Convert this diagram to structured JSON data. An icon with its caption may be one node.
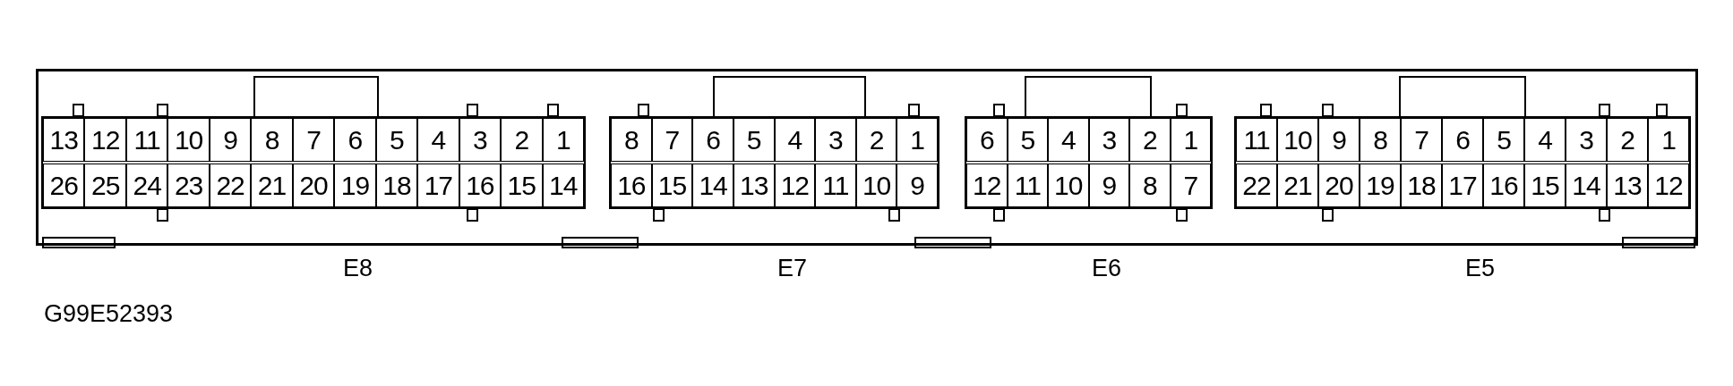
{
  "diagram": {
    "labels": [
      "13",
      "12",
      "11",
      "10",
      "9",
      "8",
      "7",
      "6",
      "5",
      "4",
      "3",
      "2",
      "1",
      "26",
      "25",
      "24",
      "23",
      "22",
      "21",
      "20",
      "19",
      "18",
      "17",
      "16",
      "15",
      "14",
      "8",
      "7",
      "6",
      "5",
      "4",
      "3",
      "2",
      "1",
      "16",
      "15",
      "14",
      "13",
      "12",
      "11",
      "10",
      "9",
      "6",
      "5",
      "4",
      "3",
      "2",
      "1",
      "12",
      "11",
      "10",
      "9",
      "8",
      "7",
      "11",
      "10",
      "9",
      "8",
      "7",
      "6",
      "5",
      "4",
      "3",
      "2",
      "1",
      "22",
      "21",
      "20",
      "19",
      "18",
      "17",
      "16",
      "15",
      "14",
      "13",
      "12",
      "E8",
      "E7",
      "E6",
      "E5",
      "G99E52393"
    ]
  }
}
